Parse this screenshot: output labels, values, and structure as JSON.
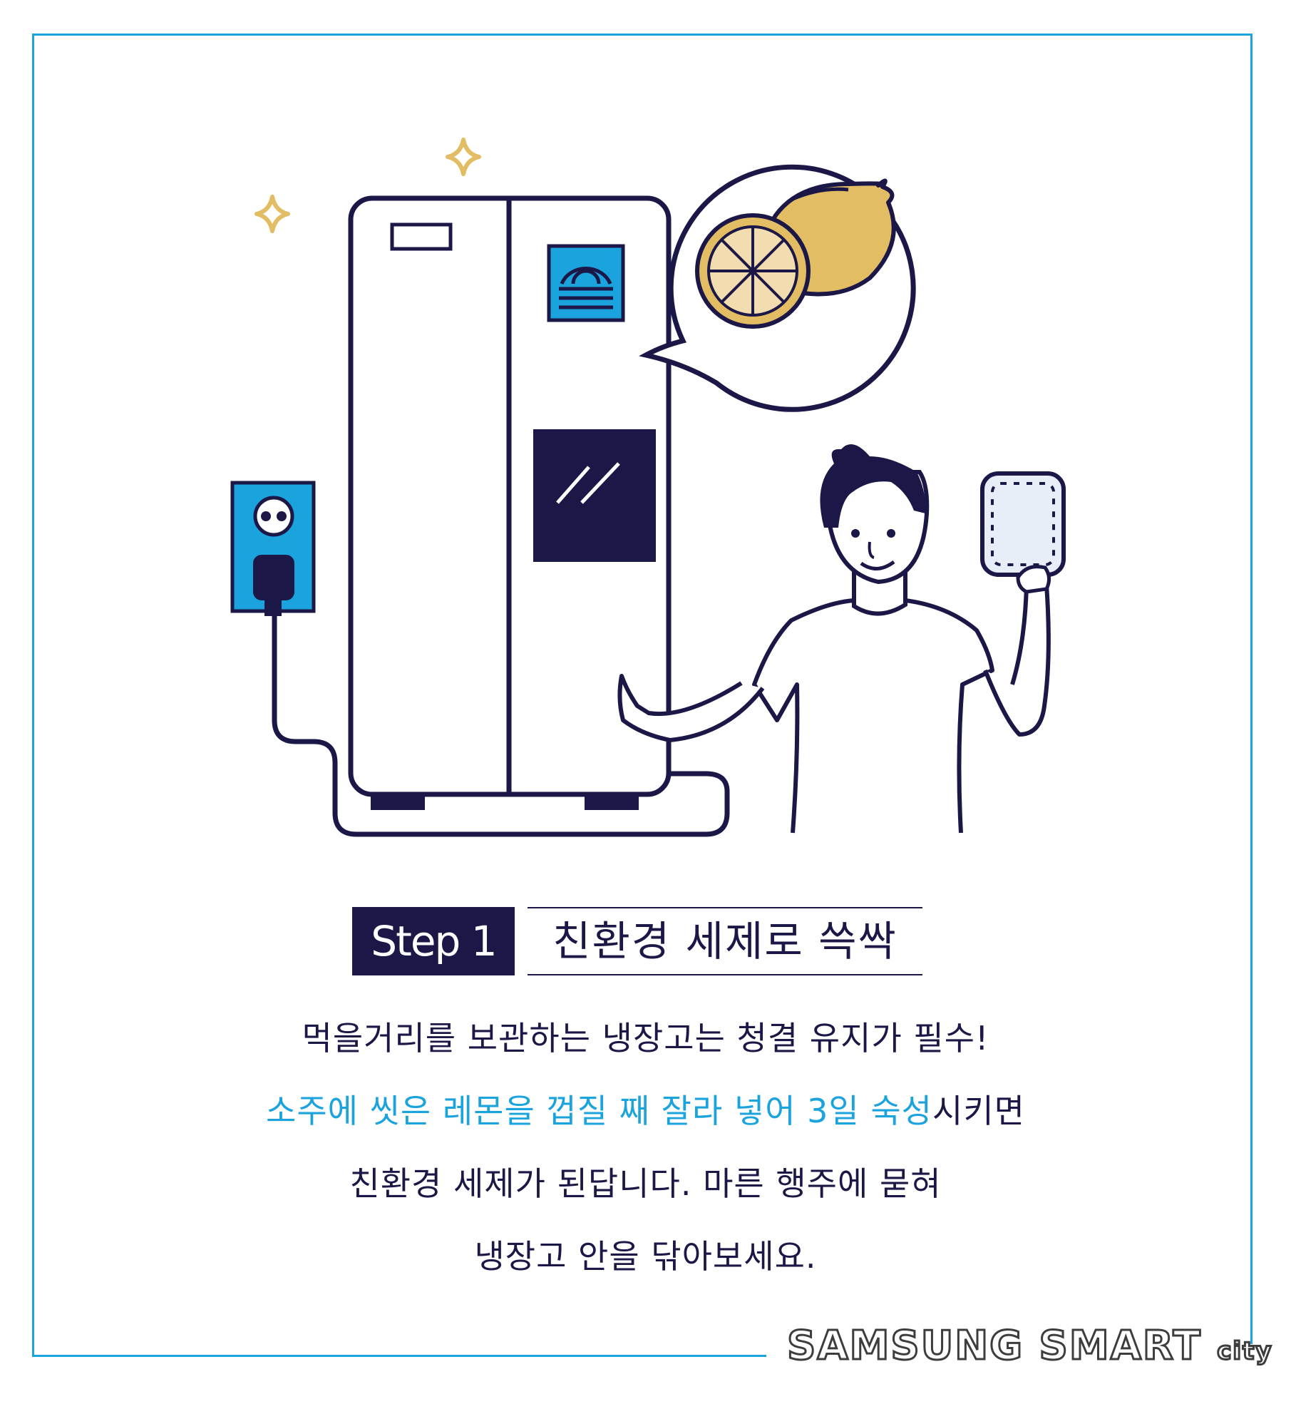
{
  "step": {
    "badge": "Step 1",
    "title": "친환경 세제로 쓱싹"
  },
  "text": {
    "line1": "먹을거리를 보관하는 냉장고는 청결 유지가 필수!",
    "line2_highlight": "소주에 씻은 레몬을 껍질 째 잘라 넣어 3일 숙성",
    "line2_rest": "시키면",
    "line3": "친환경 세제가 된답니다. 마른 행주에 묻혀",
    "line4": "냉장고 안을 닦아보세요."
  },
  "logo": {
    "main": "SAMSUNG SMART",
    "sub": "city"
  },
  "colors": {
    "navy": "#1b1747",
    "accent": "#1ba3dd",
    "lemon": "#e3bd63",
    "sparkle": "#e3bd63",
    "cloth": "#e8eef8"
  }
}
